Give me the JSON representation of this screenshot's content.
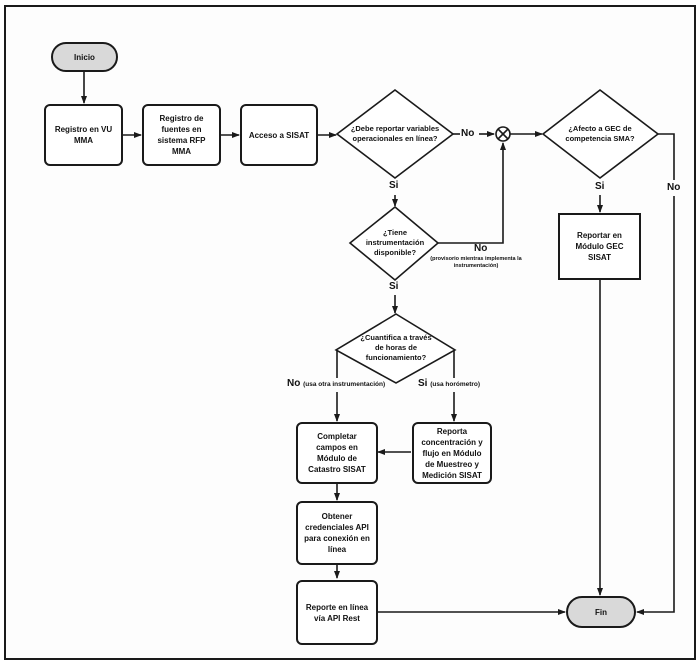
{
  "diagram": {
    "type": "flowchart",
    "colors": {
      "stroke": "#1a1a1a",
      "terminal_fill": "#d9d9d9",
      "process_fill": "#ffffff",
      "background": "#ffffff"
    },
    "nodes": {
      "inicio": "Inicio",
      "registro_vu": "Registro en VU MMA",
      "registro_fuentes": "Registro de fuentes en sistema RFP MMA",
      "acceso_sisat": "Acceso a SISAT",
      "q_reportar": "¿Debe reportar variables operacionales en línea?",
      "q_instrumentacion": "¿Tiene instrumentación disponible?",
      "q_cuantifica": "¿Cuantifica a través de horas de funcionamiento?",
      "q_gec": "¿Afecto a GEC de competencia SMA?",
      "reportar_gec": "Reportar en Módulo GEC SISAT",
      "completar_catastro": "Completar campos en Módulo de Catastro SISAT",
      "reporta_muestreo": "Reporta concentración y flujo en Módulo de Muestreo y Medición SISAT",
      "obtener_credenciales": "Obtener credenciales API para conexión en línea",
      "reporte_api": "Reporte en línea vía API Rest",
      "fin": "Fin"
    },
    "labels": {
      "q_reportar_no": "No",
      "q_reportar_si": "Si",
      "q_instrumentacion_no": "No",
      "q_instrumentacion_no_note": "(provisorio mientras implementa la instrumentación)",
      "q_instrumentacion_si": "Si",
      "q_cuantifica_no": "No",
      "q_cuantifica_no_note": "(usa otra instrumentación)",
      "q_cuantifica_si": "Si",
      "q_cuantifica_si_note": "(usa horómetro)",
      "q_gec_si": "Si",
      "q_gec_no": "No"
    },
    "edges": [
      {
        "from": "inicio",
        "to": "registro_vu"
      },
      {
        "from": "registro_vu",
        "to": "registro_fuentes"
      },
      {
        "from": "registro_fuentes",
        "to": "acceso_sisat"
      },
      {
        "from": "acceso_sisat",
        "to": "q_reportar"
      },
      {
        "from": "q_reportar",
        "to": "merge",
        "label": "No"
      },
      {
        "from": "q_reportar",
        "to": "q_instrumentacion",
        "label": "Si"
      },
      {
        "from": "q_instrumentacion",
        "to": "merge",
        "label": "No"
      },
      {
        "from": "q_instrumentacion",
        "to": "q_cuantifica",
        "label": "Si"
      },
      {
        "from": "merge",
        "to": "q_gec"
      },
      {
        "from": "q_gec",
        "to": "reportar_gec",
        "label": "Si"
      },
      {
        "from": "q_gec",
        "to": "fin",
        "label": "No"
      },
      {
        "from": "reportar_gec",
        "to": "fin"
      },
      {
        "from": "q_cuantifica",
        "to": "completar_catastro",
        "label": "No"
      },
      {
        "from": "q_cuantifica",
        "to": "reporta_muestreo",
        "label": "Si"
      },
      {
        "from": "reporta_muestreo",
        "to": "completar_catastro"
      },
      {
        "from": "completar_catastro",
        "to": "obtener_credenciales"
      },
      {
        "from": "obtener_credenciales",
        "to": "reporte_api"
      },
      {
        "from": "reporte_api",
        "to": "fin"
      }
    ]
  }
}
